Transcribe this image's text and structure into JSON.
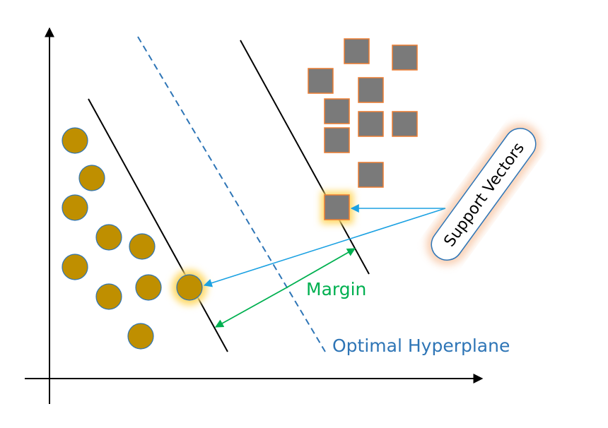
{
  "labels": {
    "margin": "Margin",
    "hyperplane": "Optimal Hyperplane",
    "support_vectors": "Support Vectors"
  },
  "colors": {
    "circle_fill": "#bf8f00",
    "circle_stroke": "#2e75b6",
    "square_fill": "#7a7a7a",
    "square_stroke": "#ed7d31",
    "margin": "#00b050",
    "hyperplane": "#2e75b6",
    "arrow": "#1ba1e2",
    "glow": "#ffd966"
  }
}
